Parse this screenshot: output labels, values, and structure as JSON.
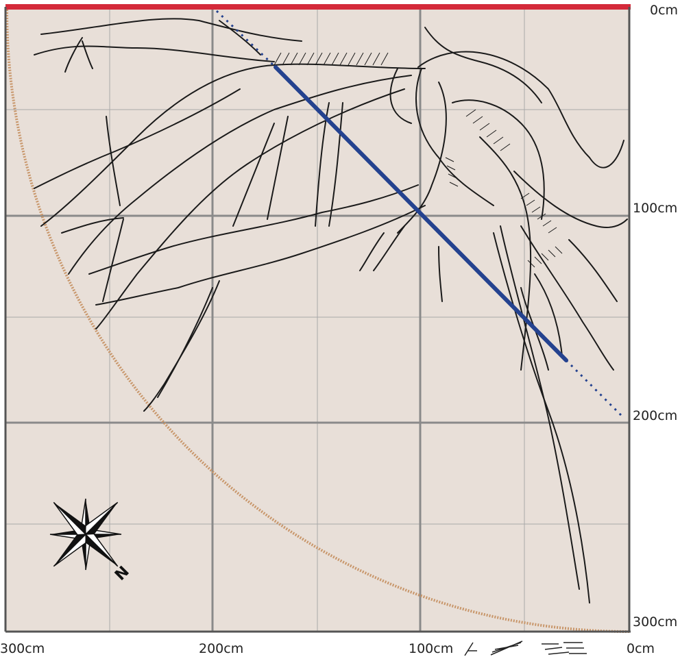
{
  "right_axis_labels": [
    "0cm",
    "100cm",
    "200cm",
    "300cm"
  ],
  "bottom_axis_labels": [
    "300cm",
    "200cm",
    "100cm",
    "0cm"
  ],
  "compass": {
    "icon": "compass-rose-icon",
    "direction_letter": "N"
  },
  "colors": {
    "background": "#e8dfd8",
    "top_edge": "#d42a3a",
    "major_grid": "#8a8a8a",
    "minor_grid": "#a9a9a9",
    "frame": "#555555",
    "section_line": "#24428f",
    "arc": "#c8966a",
    "roots": "#1a1a1a"
  }
}
